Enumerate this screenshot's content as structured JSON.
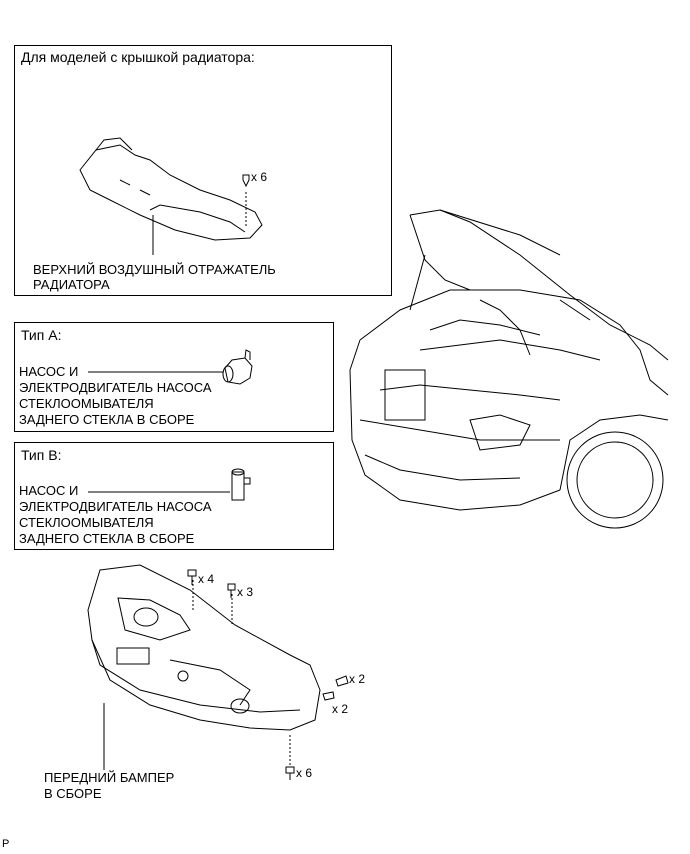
{
  "radiator_box": {
    "title": "Для моделей с крышкой радиатора:",
    "qty": "x 6",
    "label_line1": "ВЕРХНИЙ ВОЗДУШНЫЙ ОТРАЖАТЕЛЬ",
    "label_line2": "РАДИАТОРА"
  },
  "type_a_box": {
    "title": "Тип A:",
    "line1": "НАСОС И",
    "line2": "ЭЛЕКТРОДВИГАТЕЛЬ НАСОСА",
    "line3": "СТЕКЛООМЫВАТЕЛЯ",
    "line4": "ЗАДНЕГО СТЕКЛА В СБОРЕ"
  },
  "type_b_box": {
    "title": "Тип B:",
    "line1": "НАСОС И",
    "line2": "ЭЛЕКТРОДВИГАТЕЛЬ НАСОСА",
    "line3": "СТЕКЛООМЫВАТЕЛЯ",
    "line4": "ЗАДНЕГО СТЕКЛА В СБОРЕ"
  },
  "bumper": {
    "qty_top_left": "x 4",
    "qty_top_right": "x 3",
    "qty_side_upper": "x 2",
    "qty_side_lower": "x 2",
    "qty_bottom": "x 6",
    "label_line1": "ПЕРЕДНИЙ БАМПЕР",
    "label_line2": "В СБОРЕ"
  },
  "corner_mark": "P"
}
